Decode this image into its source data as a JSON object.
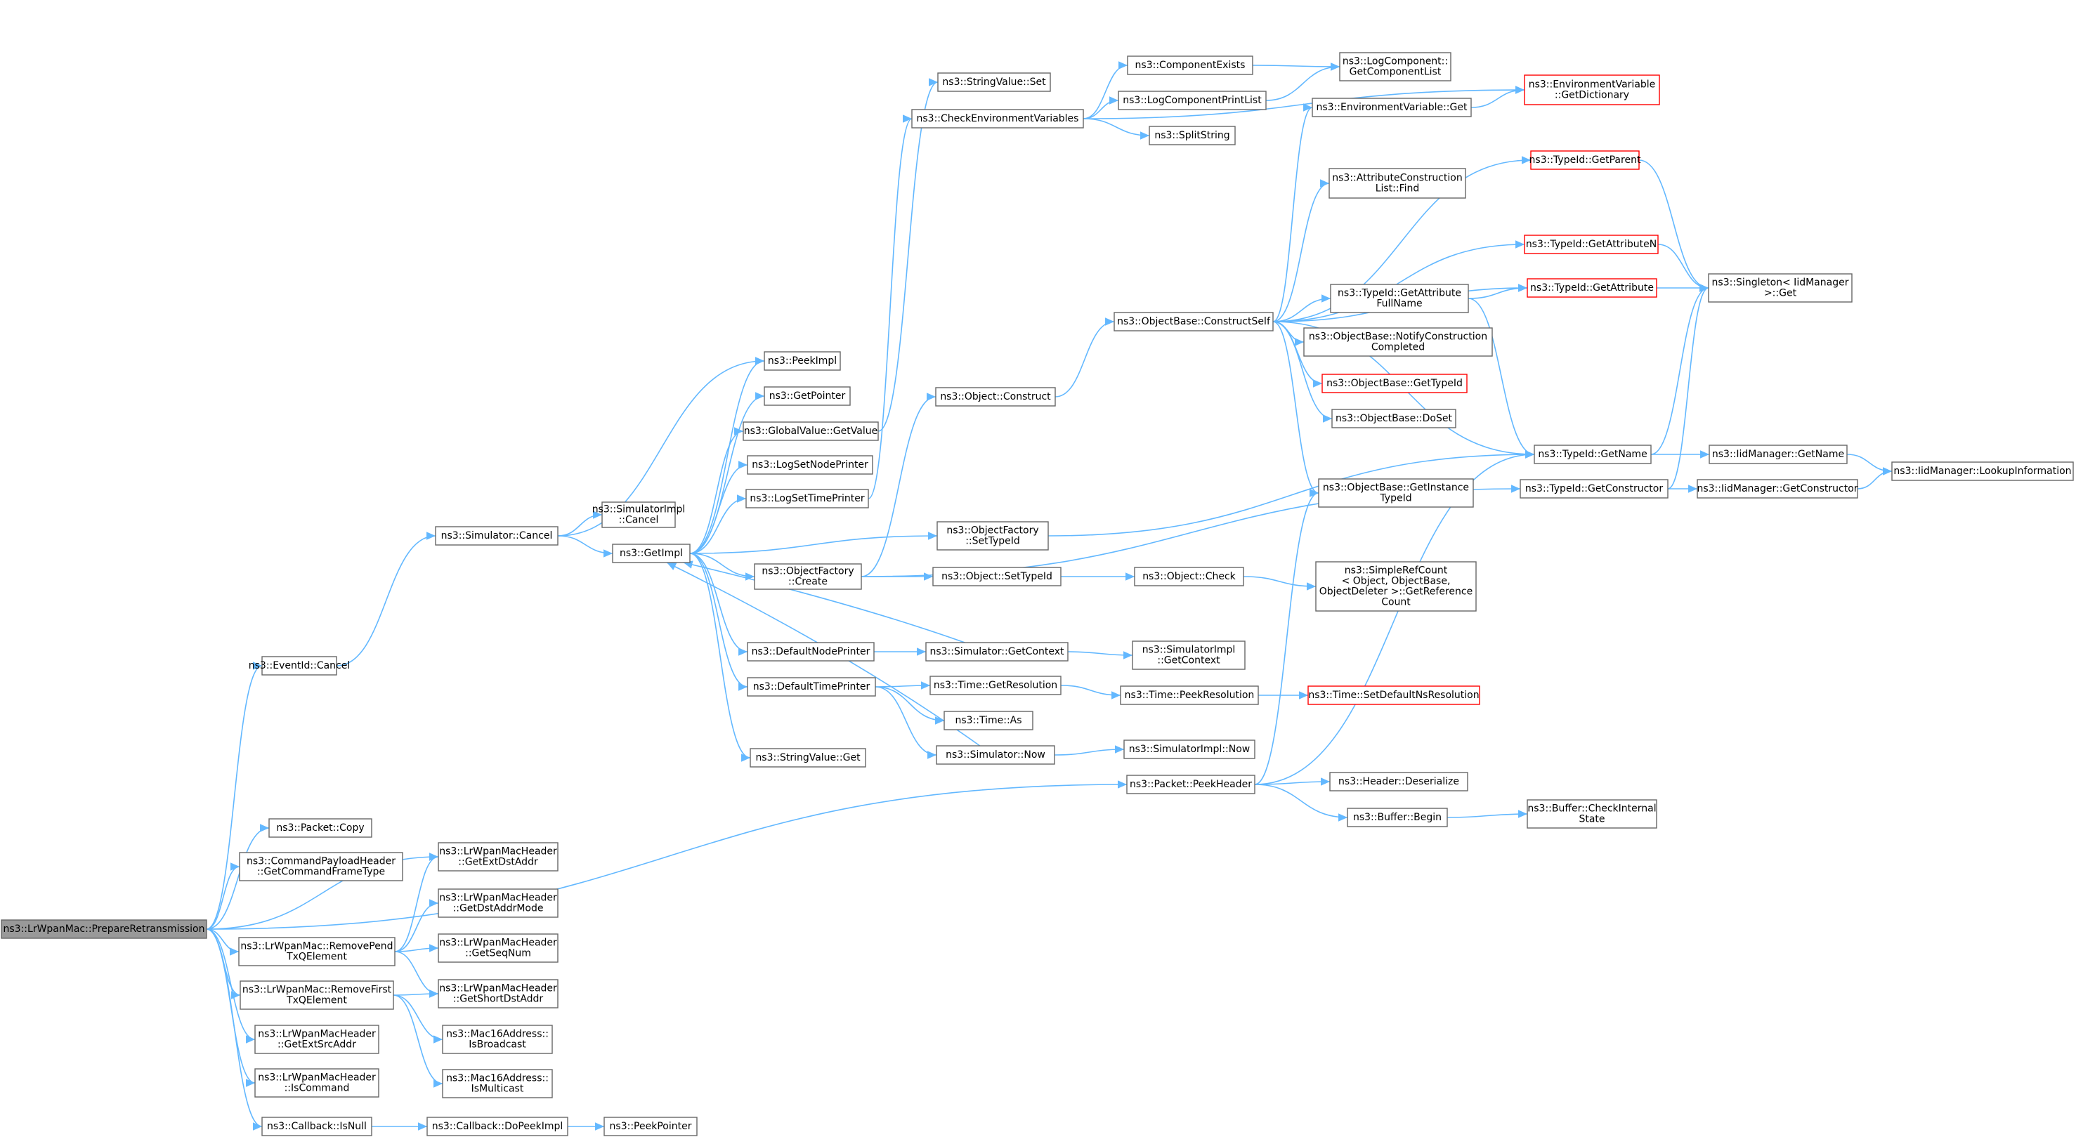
{
  "colors": {
    "edge": "#63b8ff",
    "node_border": "#666666",
    "node_fill": "#ffffff",
    "truncated_border": "#ff0000",
    "root_fill": "#999999",
    "root_border": "#666666"
  },
  "graph": {
    "nodes": [
      {
        "id": "prepare",
        "lines": [
          "ns3::LrWpanMac::PrepareRetransmission"
        ],
        "style": "root"
      },
      {
        "id": "eventcancel",
        "lines": [
          "ns3::EventId::Cancel"
        ]
      },
      {
        "id": "simcancel",
        "lines": [
          "ns3::Simulator::Cancel"
        ]
      },
      {
        "id": "simimplcancel",
        "lines": [
          "ns3::SimulatorImpl",
          "::Cancel"
        ]
      },
      {
        "id": "getimpl",
        "lines": [
          "ns3::GetImpl"
        ]
      },
      {
        "id": "peekimpl",
        "lines": [
          "ns3::PeekImpl"
        ]
      },
      {
        "id": "getpointer",
        "lines": [
          "ns3::GetPointer"
        ]
      },
      {
        "id": "gvgetvalue",
        "lines": [
          "ns3::GlobalValue::GetValue"
        ]
      },
      {
        "id": "logsetnode",
        "lines": [
          "ns3::LogSetNodePrinter"
        ]
      },
      {
        "id": "logsettime",
        "lines": [
          "ns3::LogSetTimePrinter"
        ]
      },
      {
        "id": "ofcreate",
        "lines": [
          "ns3::ObjectFactory",
          "::Create"
        ]
      },
      {
        "id": "defnode",
        "lines": [
          "ns3::DefaultNodePrinter"
        ]
      },
      {
        "id": "deftime",
        "lines": [
          "ns3::DefaultTimePrinter"
        ]
      },
      {
        "id": "svget",
        "lines": [
          "ns3::StringValue::Get"
        ]
      },
      {
        "id": "svset",
        "lines": [
          "ns3::StringValue::Set"
        ]
      },
      {
        "id": "checkenv",
        "lines": [
          "ns3::CheckEnvironmentVariables"
        ]
      },
      {
        "id": "compexists",
        "lines": [
          "ns3::ComponentExists"
        ]
      },
      {
        "id": "logcomplist",
        "lines": [
          "ns3::LogComponent::",
          "GetComponentList"
        ]
      },
      {
        "id": "logprintlist",
        "lines": [
          "ns3::LogComponentPrintList"
        ]
      },
      {
        "id": "splitstring",
        "lines": [
          "ns3::SplitString"
        ]
      },
      {
        "id": "envdict",
        "lines": [
          "ns3::EnvironmentVariable",
          "::GetDictionary"
        ],
        "style": "truncated"
      },
      {
        "id": "envget",
        "lines": [
          "ns3::EnvironmentVariable::Get"
        ]
      },
      {
        "id": "objconstruct",
        "lines": [
          "ns3::Object::Construct"
        ]
      },
      {
        "id": "obconstructself",
        "lines": [
          "ns3::ObjectBase::ConstructSelf"
        ]
      },
      {
        "id": "ofsettypeid",
        "lines": [
          "ns3::ObjectFactory",
          "::SetTypeId"
        ]
      },
      {
        "id": "objsettypeid",
        "lines": [
          "ns3::Object::SetTypeId"
        ]
      },
      {
        "id": "objcheck",
        "lines": [
          "ns3::Object::Check"
        ]
      },
      {
        "id": "simplerefcount",
        "lines": [
          "ns3::SimpleRefCount",
          "< Object, ObjectBase,",
          "ObjectDeleter >::GetReference",
          "Count"
        ]
      },
      {
        "id": "simgetcontext",
        "lines": [
          "ns3::Simulator::GetContext"
        ]
      },
      {
        "id": "simimplgetcontext",
        "lines": [
          "ns3::SimulatorImpl",
          "::GetContext"
        ]
      },
      {
        "id": "timegetres",
        "lines": [
          "ns3::Time::GetResolution"
        ]
      },
      {
        "id": "timepeekres",
        "lines": [
          "ns3::Time::PeekResolution"
        ]
      },
      {
        "id": "timesetdefault",
        "lines": [
          "ns3::Time::SetDefaultNsResolution"
        ],
        "style": "truncated"
      },
      {
        "id": "timeas",
        "lines": [
          "ns3::Time::As"
        ]
      },
      {
        "id": "simnow",
        "lines": [
          "ns3::Simulator::Now"
        ]
      },
      {
        "id": "simimplnow",
        "lines": [
          "ns3::SimulatorImpl::Now"
        ]
      },
      {
        "id": "attrfind",
        "lines": [
          "ns3::AttributeConstruction",
          "List::Find"
        ]
      },
      {
        "id": "tidgetparent",
        "lines": [
          "ns3::TypeId::GetParent"
        ],
        "style": "truncated"
      },
      {
        "id": "tidgetattrn",
        "lines": [
          "ns3::TypeId::GetAttributeN"
        ],
        "style": "truncated"
      },
      {
        "id": "tidgetattrfull",
        "lines": [
          "ns3::TypeId::GetAttribute",
          "FullName"
        ]
      },
      {
        "id": "tidgetattr",
        "lines": [
          "ns3::TypeId::GetAttribute"
        ],
        "style": "truncated"
      },
      {
        "id": "singletonget",
        "lines": [
          "ns3::Singleton< IidManager",
          " >::Get"
        ]
      },
      {
        "id": "obnotify",
        "lines": [
          "ns3::ObjectBase::NotifyConstruction",
          "Completed"
        ]
      },
      {
        "id": "obgettypeid",
        "lines": [
          "ns3::ObjectBase::GetTypeId"
        ],
        "style": "truncated"
      },
      {
        "id": "obdoset",
        "lines": [
          "ns3::ObjectBase::DoSet"
        ]
      },
      {
        "id": "tidgetname",
        "lines": [
          "ns3::TypeId::GetName"
        ]
      },
      {
        "id": "tidgetconstructor",
        "lines": [
          "ns3::TypeId::GetConstructor"
        ]
      },
      {
        "id": "iidgetname",
        "lines": [
          "ns3::IidManager::GetName"
        ]
      },
      {
        "id": "iidgetconstructor",
        "lines": [
          "ns3::IidManager::GetConstructor"
        ]
      },
      {
        "id": "iidlookup",
        "lines": [
          "ns3::IidManager::LookupInformation"
        ]
      },
      {
        "id": "obgetinstance",
        "lines": [
          "ns3::ObjectBase::GetInstance",
          "TypeId"
        ]
      },
      {
        "id": "packetpeekheader",
        "lines": [
          "ns3::Packet::PeekHeader"
        ]
      },
      {
        "id": "headerdeserialize",
        "lines": [
          "ns3::Header::Deserialize"
        ]
      },
      {
        "id": "bufferbegin",
        "lines": [
          "ns3::Buffer::Begin"
        ]
      },
      {
        "id": "buffercheck",
        "lines": [
          "ns3::Buffer::CheckInternal",
          "State"
        ]
      },
      {
        "id": "packetcopy",
        "lines": [
          "ns3::Packet::Copy"
        ]
      },
      {
        "id": "cmdpayload",
        "lines": [
          "ns3::CommandPayloadHeader",
          "::GetCommandFrameType"
        ]
      },
      {
        "id": "getextdst",
        "lines": [
          "ns3::LrWpanMacHeader",
          "::GetExtDstAddr"
        ]
      },
      {
        "id": "getdstmode",
        "lines": [
          "ns3::LrWpanMacHeader",
          "::GetDstAddrMode"
        ]
      },
      {
        "id": "getseqnum",
        "lines": [
          "ns3::LrWpanMacHeader",
          "::GetSeqNum"
        ]
      },
      {
        "id": "getshortdst",
        "lines": [
          "ns3::LrWpanMacHeader",
          "::GetShortDstAddr"
        ]
      },
      {
        "id": "isbroadcast",
        "lines": [
          "ns3::Mac16Address::",
          "IsBroadcast"
        ]
      },
      {
        "id": "ismulticast",
        "lines": [
          "ns3::Mac16Address::",
          "IsMulticast"
        ]
      },
      {
        "id": "removepend",
        "lines": [
          "ns3::LrWpanMac::RemovePend",
          "TxQElement"
        ]
      },
      {
        "id": "removefirst",
        "lines": [
          "ns3::LrWpanMac::RemoveFirst",
          "TxQElement"
        ]
      },
      {
        "id": "getextsrc",
        "lines": [
          "ns3::LrWpanMacHeader",
          "::GetExtSrcAddr"
        ]
      },
      {
        "id": "iscommand",
        "lines": [
          "ns3::LrWpanMacHeader",
          "::IsCommand"
        ]
      },
      {
        "id": "cbisnull",
        "lines": [
          "ns3::Callback::IsNull"
        ]
      },
      {
        "id": "cbdopeekimpl",
        "lines": [
          "ns3::Callback::DoPeekImpl"
        ]
      },
      {
        "id": "peekpointer",
        "lines": [
          "ns3::PeekPointer"
        ]
      }
    ],
    "edges": [
      [
        "prepare",
        "eventcancel"
      ],
      [
        "prepare",
        "packetpeekheader"
      ],
      [
        "prepare",
        "packetcopy"
      ],
      [
        "prepare",
        "cmdpayload"
      ],
      [
        "prepare",
        "getextdst"
      ],
      [
        "prepare",
        "removepend"
      ],
      [
        "prepare",
        "removefirst"
      ],
      [
        "prepare",
        "getextsrc"
      ],
      [
        "prepare",
        "iscommand"
      ],
      [
        "prepare",
        "cbisnull"
      ],
      [
        "eventcancel",
        "simcancel"
      ],
      [
        "simcancel",
        "peekimpl"
      ],
      [
        "simcancel",
        "simimplcancel"
      ],
      [
        "simcancel",
        "getimpl"
      ],
      [
        "getimpl",
        "peekimpl"
      ],
      [
        "getimpl",
        "getpointer"
      ],
      [
        "getimpl",
        "gvgetvalue"
      ],
      [
        "getimpl",
        "logsetnode"
      ],
      [
        "getimpl",
        "logsettime"
      ],
      [
        "getimpl",
        "ofsettypeid"
      ],
      [
        "getimpl",
        "ofcreate"
      ],
      [
        "getimpl",
        "defnode"
      ],
      [
        "getimpl",
        "deftime"
      ],
      [
        "getimpl",
        "svget"
      ],
      [
        "gvgetvalue",
        "svset"
      ],
      [
        "logsettime",
        "checkenv"
      ],
      [
        "checkenv",
        "envdict"
      ],
      [
        "checkenv",
        "compexists"
      ],
      [
        "checkenv",
        "logprintlist"
      ],
      [
        "checkenv",
        "splitstring"
      ],
      [
        "compexists",
        "logcomplist"
      ],
      [
        "logprintlist",
        "logcomplist"
      ],
      [
        "envget",
        "envdict"
      ],
      [
        "ofcreate",
        "objconstruct"
      ],
      [
        "ofcreate",
        "objsettypeid"
      ],
      [
        "ofcreate",
        "tidgetconstructor"
      ],
      [
        "objconstruct",
        "obconstructself"
      ],
      [
        "obconstructself",
        "envget"
      ],
      [
        "obconstructself",
        "tidgetparent"
      ],
      [
        "obconstructself",
        "attrfind"
      ],
      [
        "obconstructself",
        "tidgetattrn"
      ],
      [
        "obconstructself",
        "tidgetattr"
      ],
      [
        "obconstructself",
        "tidgetattrfull"
      ],
      [
        "obconstructself",
        "obnotify"
      ],
      [
        "obconstructself",
        "obgettypeid"
      ],
      [
        "obconstructself",
        "obdoset"
      ],
      [
        "obconstructself",
        "tidgetname"
      ],
      [
        "obconstructself",
        "obgetinstance"
      ],
      [
        "tidgetattrfull",
        "tidgetattr"
      ],
      [
        "tidgetattrfull",
        "tidgetname"
      ],
      [
        "tidgetparent",
        "singletonget"
      ],
      [
        "tidgetattrn",
        "singletonget"
      ],
      [
        "tidgetattr",
        "singletonget"
      ],
      [
        "tidgetname",
        "singletonget"
      ],
      [
        "tidgetname",
        "iidgetname"
      ],
      [
        "tidgetconstructor",
        "singletonget"
      ],
      [
        "tidgetconstructor",
        "iidgetconstructor"
      ],
      [
        "iidgetname",
        "iidlookup"
      ],
      [
        "iidgetconstructor",
        "iidlookup"
      ],
      [
        "ofsettypeid",
        "tidgetname"
      ],
      [
        "objsettypeid",
        "objcheck"
      ],
      [
        "objcheck",
        "simplerefcount"
      ],
      [
        "defnode",
        "simgetcontext"
      ],
      [
        "simgetcontext",
        "getimpl"
      ],
      [
        "simgetcontext",
        "simimplgetcontext"
      ],
      [
        "deftime",
        "timegetres"
      ],
      [
        "deftime",
        "timeas"
      ],
      [
        "deftime",
        "simnow"
      ],
      [
        "timegetres",
        "timepeekres"
      ],
      [
        "timepeekres",
        "timesetdefault"
      ],
      [
        "simnow",
        "getimpl"
      ],
      [
        "simnow",
        "simimplnow"
      ],
      [
        "packetpeekheader",
        "obgetinstance"
      ],
      [
        "packetpeekheader",
        "tidgetname"
      ],
      [
        "packetpeekheader",
        "headerdeserialize"
      ],
      [
        "packetpeekheader",
        "bufferbegin"
      ],
      [
        "bufferbegin",
        "buffercheck"
      ],
      [
        "removepend",
        "getextdst"
      ],
      [
        "removepend",
        "getdstmode"
      ],
      [
        "removepend",
        "getseqnum"
      ],
      [
        "removepend",
        "getshortdst"
      ],
      [
        "removefirst",
        "getshortdst"
      ],
      [
        "removefirst",
        "isbroadcast"
      ],
      [
        "removefirst",
        "ismulticast"
      ],
      [
        "cbisnull",
        "cbdopeekimpl"
      ],
      [
        "cbdopeekimpl",
        "peekpointer"
      ]
    ]
  }
}
